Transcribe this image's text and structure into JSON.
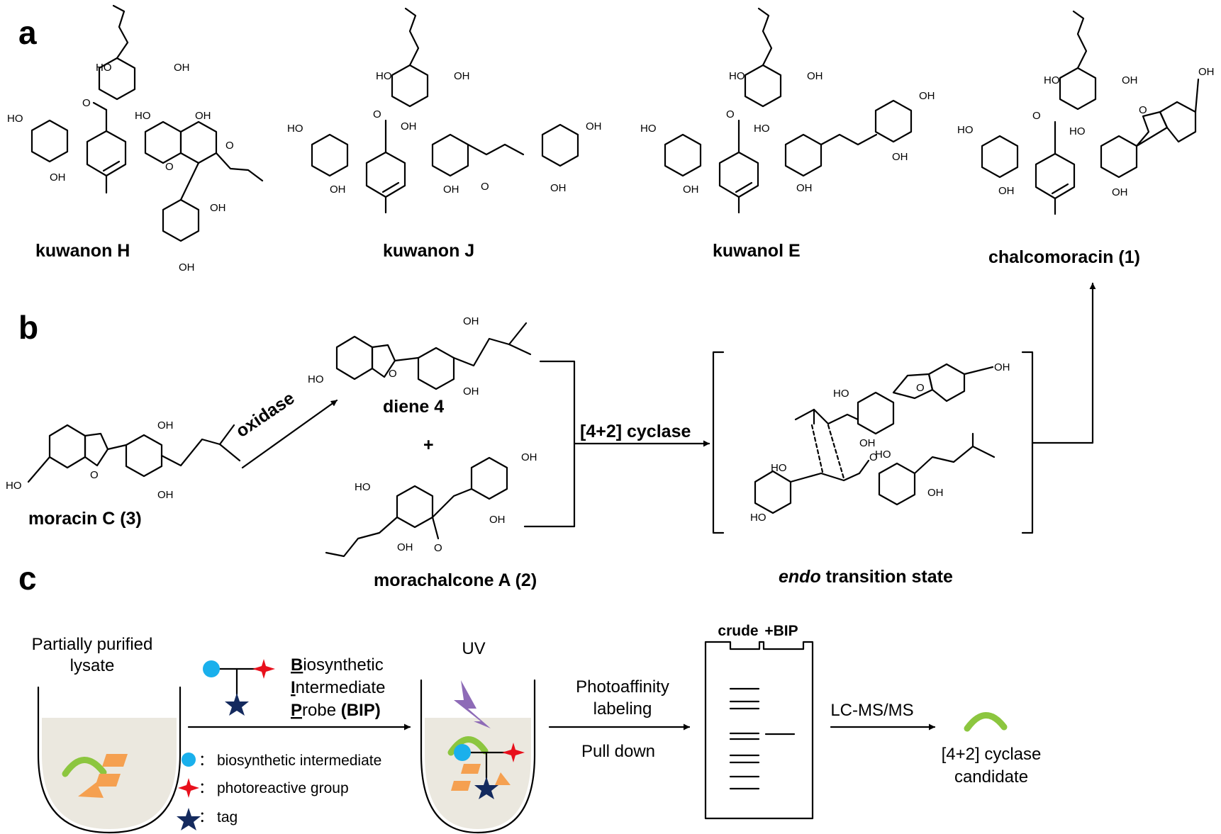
{
  "panels": {
    "a": "a",
    "b": "b",
    "c": "c"
  },
  "compounds": {
    "kuwanon_h": "kuwanon H",
    "kuwanon_j": "kuwanon J",
    "kuwanol_e": "kuwanol E",
    "chalcomoracin": "chalcomoracin (1)",
    "moracin_c": "moracin C (3)",
    "diene_4": "diene 4",
    "plus": "+",
    "morachalcone_a": "morachalcone A (2)",
    "ts_italic": "endo",
    "ts_rest": " transition state"
  },
  "atoms": {
    "oh": "OH",
    "ho": "HO",
    "o": "O"
  },
  "reactions": {
    "oxidase": "oxidase",
    "cyclase": "[4+2] cyclase"
  },
  "workflow": {
    "lysate_line1": "Partially purified",
    "lysate_line2": "lysate",
    "bip_b": "B",
    "bip_b_rest": "iosynthetic",
    "bip_i": "I",
    "bip_i_rest": "ntermediate",
    "bip_p": "P",
    "bip_p_rest": "robe ",
    "bip_abbrev": "(BIP)",
    "uv": "UV",
    "photo_line1": "Photoaffinity",
    "photo_line2": "labeling",
    "pulldown": "Pull down",
    "gel_lane1": "crude",
    "gel_lane2": "+BIP",
    "lcms": "LC-MS/MS",
    "candidate_line1": "[4+2] cyclase",
    "candidate_line2": "candidate"
  },
  "legend": {
    "sep": "：",
    "intermediate": "biosynthetic intermediate",
    "photoreactive": "photoreactive group",
    "tag": "tag"
  },
  "colors": {
    "cyclohexene": "#e8389a",
    "diene": "#e31a1c",
    "prenyl": "#f08a4b",
    "dienophile": "#2233cc",
    "intermediate": "#1ab0ec",
    "photoreactive": "#e8101c",
    "tag": "#142a5e",
    "enzyme": "#8cc63f",
    "proteins": "#f5a050",
    "lysate": "#ebe8df"
  }
}
